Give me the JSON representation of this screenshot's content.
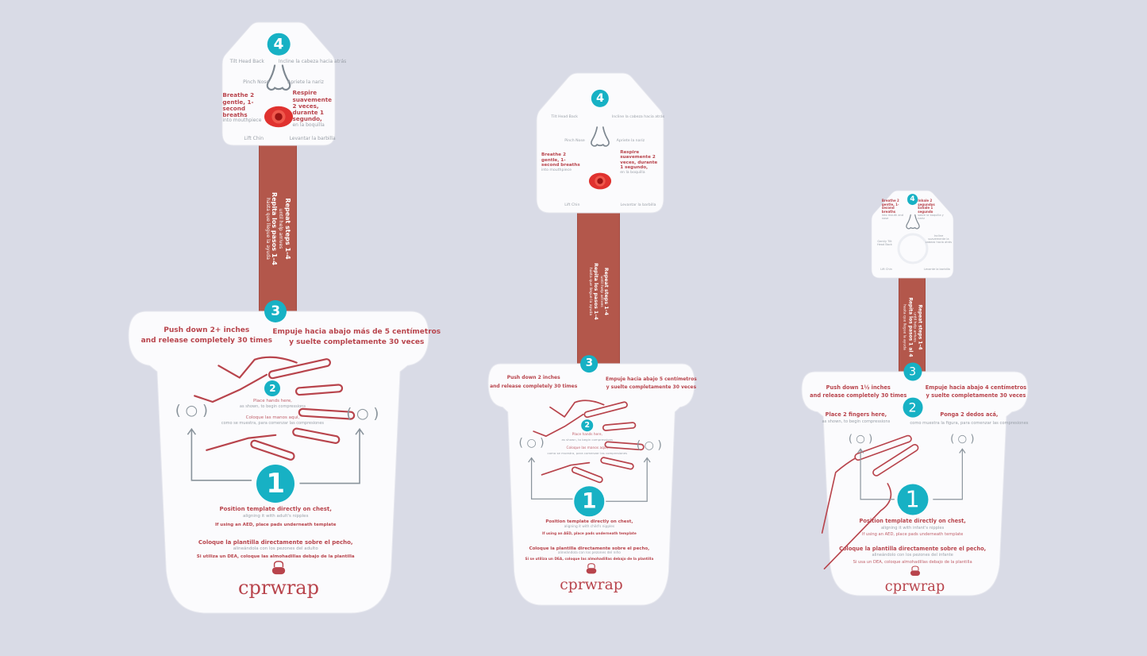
{
  "colors": {
    "background": "#d9dbe6",
    "brand_red": "#b8444c",
    "strap": "#b3574b",
    "step_teal": "#17b1c4",
    "line_gray": "#8a949c",
    "valve": "#e0322f"
  },
  "templates": [
    {
      "size": "adult",
      "head": {
        "step": "4",
        "tilt_en": "Tilt Head Back",
        "tilt_es": "Incline la cabeza hacia atrás",
        "pinch_en": "Pinch Nose",
        "pinch_es": "Apriete la nariz",
        "breathe_en": "Breathe 2 gentle, 1-second breaths",
        "breathe_en_sub": "into mouthpiece",
        "breathe_es": "Respire suavemente 2 veces, durante 1 segundo,",
        "breathe_es_sub": "en la boquilla",
        "lift_en": "Lift Chin",
        "lift_es": "Levantar la barbilla"
      },
      "strap": {
        "en": "Repeat steps 1–4",
        "en_sub": "until help arrives",
        "es": "Repita los pasos 1–4",
        "es_sub": "hasta que llegue la ayuda"
      },
      "pot": {
        "step3": "3",
        "step3_en_1": "Push down 2+ inches",
        "step3_en_2": "and release completely 30 times",
        "step3_es_1": "Empuje hacia abajo más de 5 centímetros",
        "step3_es_2": "y suelte completamente 30 veces",
        "step2": "2",
        "step2_en": "Place hands here,",
        "step2_en_sub": "as shown, to begin compressions",
        "step2_es": "Coloque las manos aquí,",
        "step2_es_sub": "como se muestra, para comenzar las compresiones",
        "step1": "1",
        "step1_en": "Position template directly on chest,",
        "step1_en_sub": "aligning it with adult's nipples",
        "step1_aed": "If using an AED, place pads underneath template",
        "step1_es": "Coloque la plantilla directamente sobre el pecho,",
        "step1_es_sub": "alineándola con los pezones del adulto",
        "step1_dea": "Si utiliza un DEA, coloque las almohadillas debajo de la plantilla",
        "target_glyph": "( ○ )",
        "logo": "cprwrap"
      }
    },
    {
      "size": "child",
      "head": {
        "step": "4",
        "tilt_en": "Tilt Head Back",
        "tilt_es": "Incline la cabeza hacia atrás",
        "pinch_en": "Pinch Nose",
        "pinch_es": "Apriete la nariz",
        "breathe_en": "Breathe 2 gentle, 1-second breaths",
        "breathe_en_sub": "into mouthpiece",
        "breathe_es": "Respire suavemente 2 veces, durante 1 segundo,",
        "breathe_es_sub": "en la boquilla",
        "lift_en": "Lift Chin",
        "lift_es": "Levantar la barbilla"
      },
      "strap": {
        "en": "Repeat steps 1–4",
        "en_sub": "until help arrives",
        "es": "Repita los pasos 1–4",
        "es_sub": "hasta que llegue la ayuda"
      },
      "pot": {
        "step3": "3",
        "step3_en_1": "Push down 2 inches",
        "step3_en_2": "and release completely 30 times",
        "step3_es_1": "Empuje hacia abajo 5 centímetros",
        "step3_es_2": "y suelte completamente 30 veces",
        "step2": "2",
        "step2_en": "Place hands here,",
        "step2_en_sub": "as shown, to begin compressions",
        "step2_es": "Coloque las manos aquí,",
        "step2_es_sub": "como se muestra, para comenzar las compresiones",
        "step1": "1",
        "step1_en": "Position template directly on chest,",
        "step1_en_sub": "aligning it with child's nipples",
        "step1_aed": "If using an AED, place pads underneath template",
        "step1_es": "Coloque la plantilla directamente sobre el pecho,",
        "step1_es_sub": "alineándola con los pezones del niño",
        "step1_dea": "Si se utiliza un DEA, coloque las almohadillas debajo de la plantilla",
        "target_glyph": "( ○ )",
        "logo": "cprwrap"
      }
    },
    {
      "size": "infant",
      "head": {
        "step": "4",
        "tilt_en": "Gently Tilt Head Back",
        "tilt_es": "Incline suavemente la cabeza hacia atrás",
        "pinch_en": "",
        "pinch_es": "",
        "breathe_en": "Breathe 2 gentle, 1-second breaths",
        "breathe_en_sub": "into mouth and nose",
        "breathe_es": "Inhale 2 segundos Exhale 1 segundo",
        "breathe_es_sub": "sobre la boquilla y nariz",
        "lift_en": "Lift Chin",
        "lift_es": "Levante la barbilla"
      },
      "strap": {
        "en": "Repeat steps 1–4",
        "en_sub": "until help arrives",
        "es": "Repita los pasos 1 al 4",
        "es_sub": "hasta que llegue la ayuda"
      },
      "pot": {
        "step3": "3",
        "step3_en_1": "Push down 1½ inches",
        "step3_en_2": "and release completely 30 times",
        "step3_es_1": "Empuje hacia abajo 4 centímetros",
        "step3_es_2": "y suelte completamente 30 veces",
        "step2": "2",
        "step2_en": "Place 2 fingers here,",
        "step2_en_sub": "as shown, to begin compressions",
        "step2_es": "Ponga 2 dedos acá,",
        "step2_es_sub": "como muestra la figura, para comenzar las compresiones",
        "step1": "1",
        "step1_en": "Position template directly on chest,",
        "step1_en_sub": "aligning it with infant's nipples",
        "step1_aed": "If using an AED, place pads underneath template",
        "step1_es": "Coloque la plantilla directamente sobre el pecho,",
        "step1_es_sub": "alineándolo con los pezones del infante",
        "step1_dea": "Si usa un DEA, coloque almohadillas debajo de la plantilla",
        "target_glyph": "( ○ )",
        "logo": "cprwrap"
      }
    }
  ]
}
